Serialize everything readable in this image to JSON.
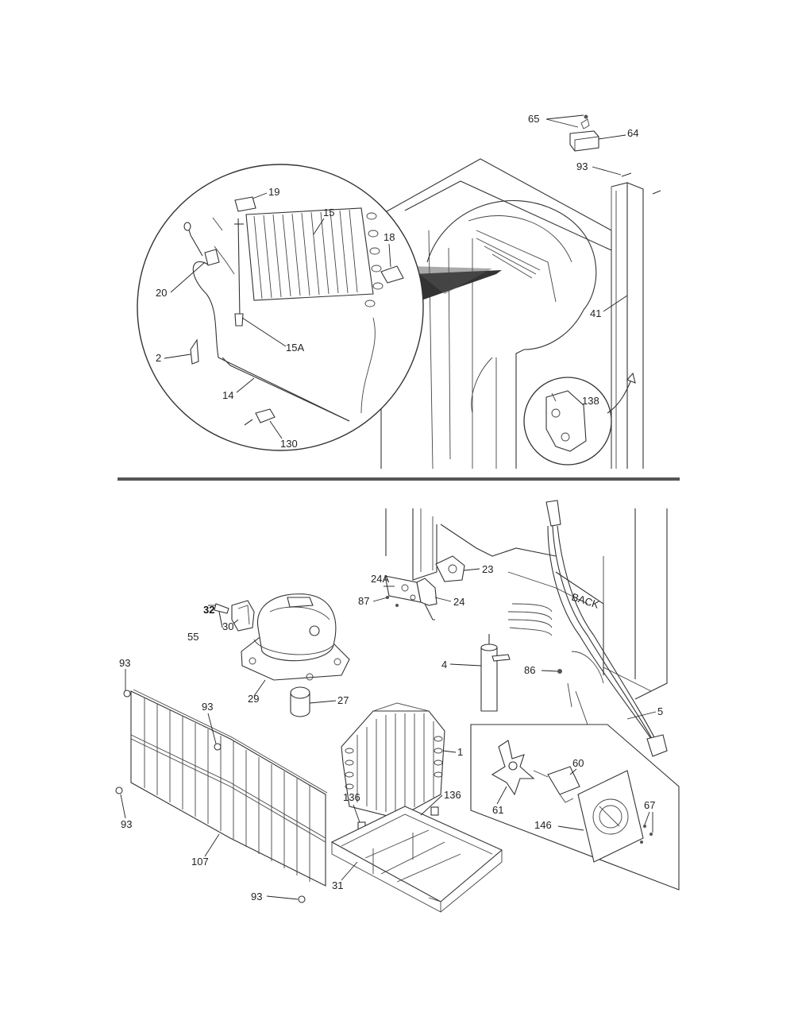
{
  "diagram": {
    "top_section": {
      "labels": {
        "p65": "65",
        "p64": "64",
        "p93a": "93",
        "p19": "19",
        "p15": "15",
        "p18": "18",
        "p20": "20",
        "p15A": "15A",
        "p2": "2",
        "p14": "14",
        "p130": "130",
        "p41": "41",
        "p138": "138"
      }
    },
    "bottom_section": {
      "labels": {
        "back": "BACK",
        "p24A": "24A",
        "p23": "23",
        "p87a": "87",
        "p24": "24",
        "p32": "32",
        "p30": "30",
        "p55": "55",
        "p4": "4",
        "p86": "86",
        "p93b": "93",
        "p29": "29",
        "p27": "27",
        "p93c": "93",
        "p5": "5",
        "p1": "1",
        "p60": "60",
        "p61": "61",
        "p136a": "136",
        "p136b": "136",
        "p93d": "93",
        "p67": "67",
        "p146": "146",
        "p107": "107",
        "p31": "31",
        "p93e": "93"
      }
    }
  }
}
